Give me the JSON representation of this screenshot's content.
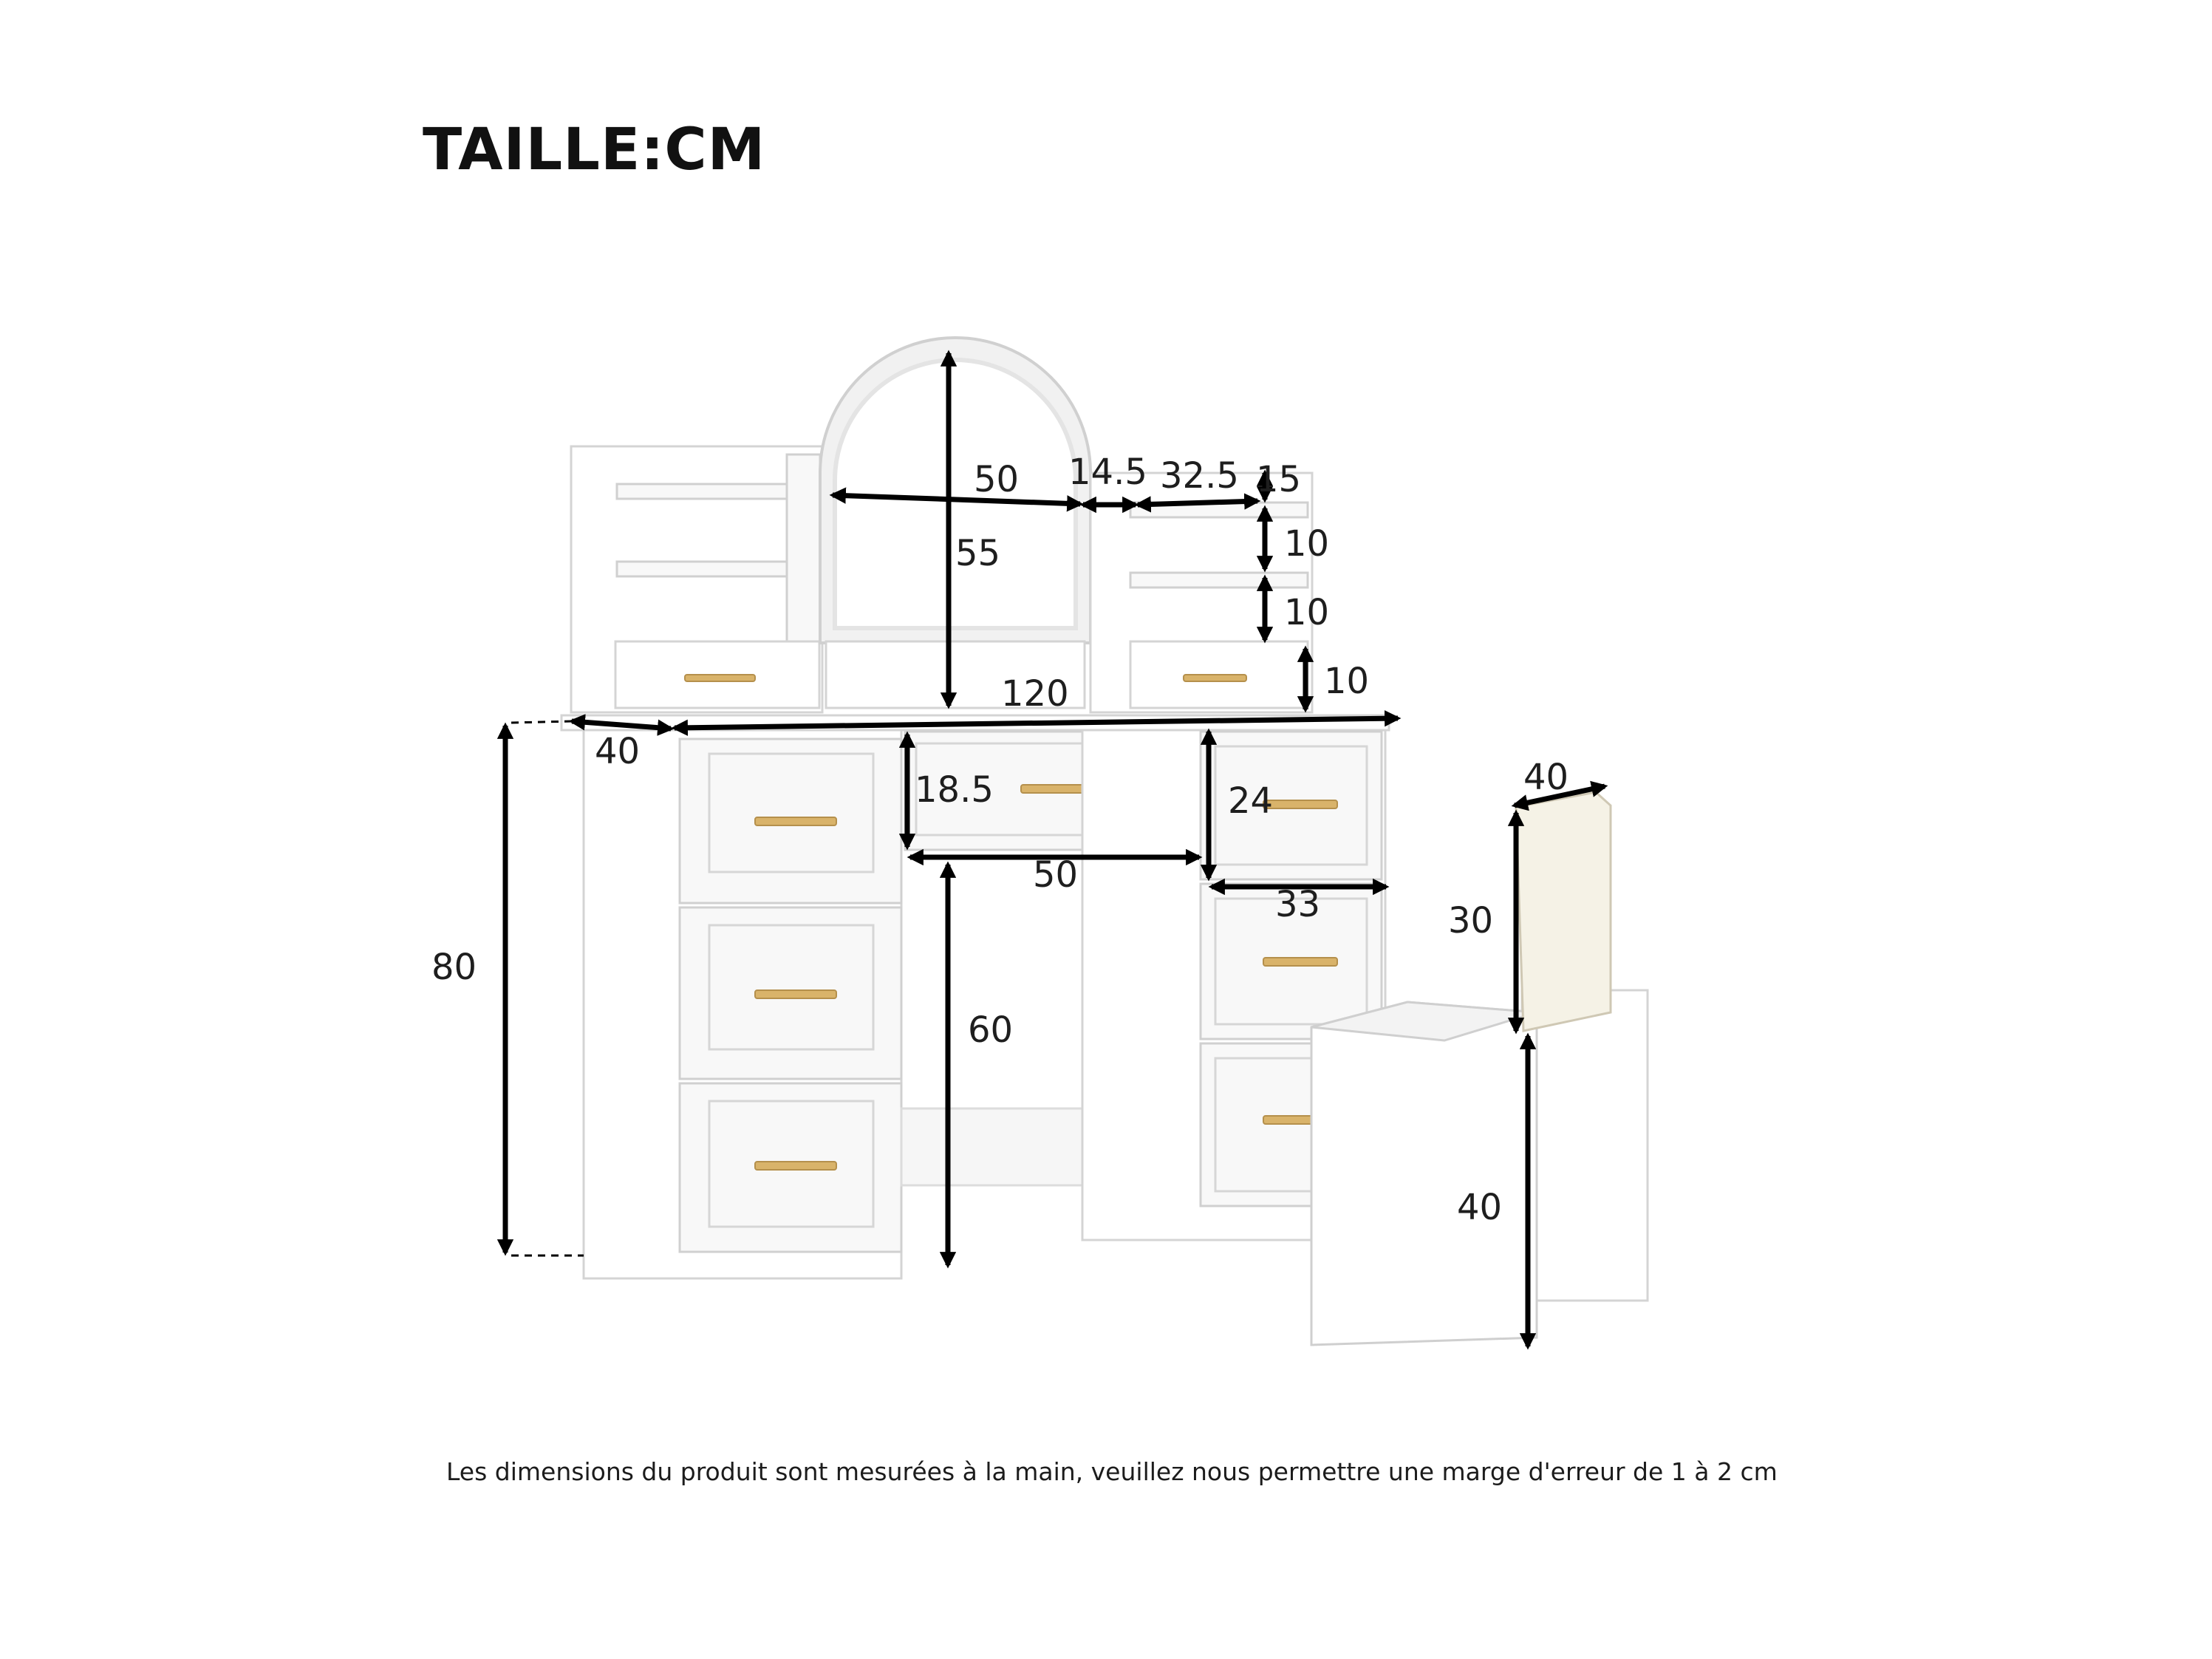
{
  "title": "TAILLE:CM",
  "note": "Les dimensions du produit sont mesurées à la main, veuillez nous permettre une marge d'erreur de 1 à 2 cm",
  "dimensions": {
    "mirror_width": "50",
    "mirror_height": "55",
    "gap_width": "14.5",
    "shelf_width": "32.5",
    "shelf_top": "15",
    "shelf_h1": "10",
    "shelf_h2": "10",
    "shelf_h3": "10",
    "desk_width": "120",
    "desk_depth": "40",
    "desk_height": "80",
    "center_drawer_height": "18.5",
    "right_drawer_height": "24",
    "center_drawer_width": "50",
    "right_drawer_width": "33",
    "knee_height": "60",
    "stool_width": "40",
    "stool_back_height": "30",
    "stool_seat_height": "40"
  },
  "colors": {
    "furniture": "#ffffff",
    "handles": "#d9b36a",
    "dimension_lines": "#000000",
    "cushion": "#f5f2e6"
  }
}
